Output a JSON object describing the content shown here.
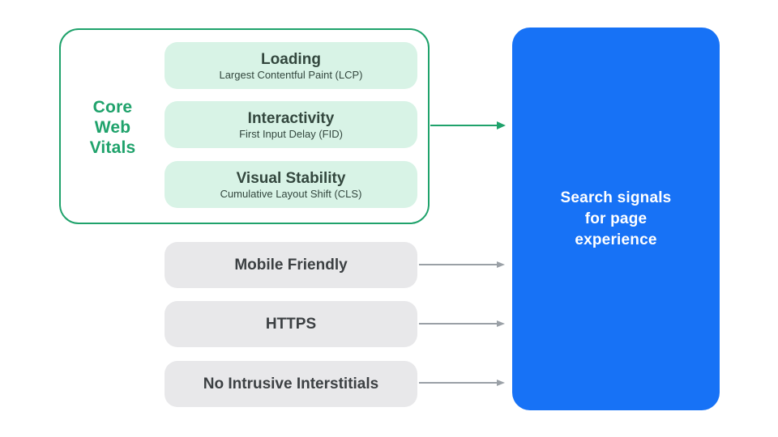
{
  "colors": {
    "green": "#1FA26B",
    "green_light": "#D8F3E6",
    "green_pill_text": "#33473E",
    "gray_light": "#E8E8EA",
    "gray_pill_text": "#3C4043",
    "arrow_gray": "#9AA0A6",
    "blue": "#1772F6",
    "result_text": "#FFFFFF",
    "canvas_bg": "#FFFFFF"
  },
  "core_web_vitals": {
    "group_label": "Core\nWeb\nVitals",
    "pills": [
      {
        "title": "Loading",
        "subtitle": "Largest Contentful Paint (LCP)"
      },
      {
        "title": "Interactivity",
        "subtitle": "First Input Delay (FID)"
      },
      {
        "title": "Visual Stability",
        "subtitle": "Cumulative Layout Shift (CLS)"
      }
    ]
  },
  "other_signals": [
    {
      "title": "Mobile Friendly"
    },
    {
      "title": "HTTPS"
    },
    {
      "title": "No Intrusive Interstitials"
    }
  ],
  "result_box": {
    "label": "Search signals\nfor page\nexperience"
  }
}
